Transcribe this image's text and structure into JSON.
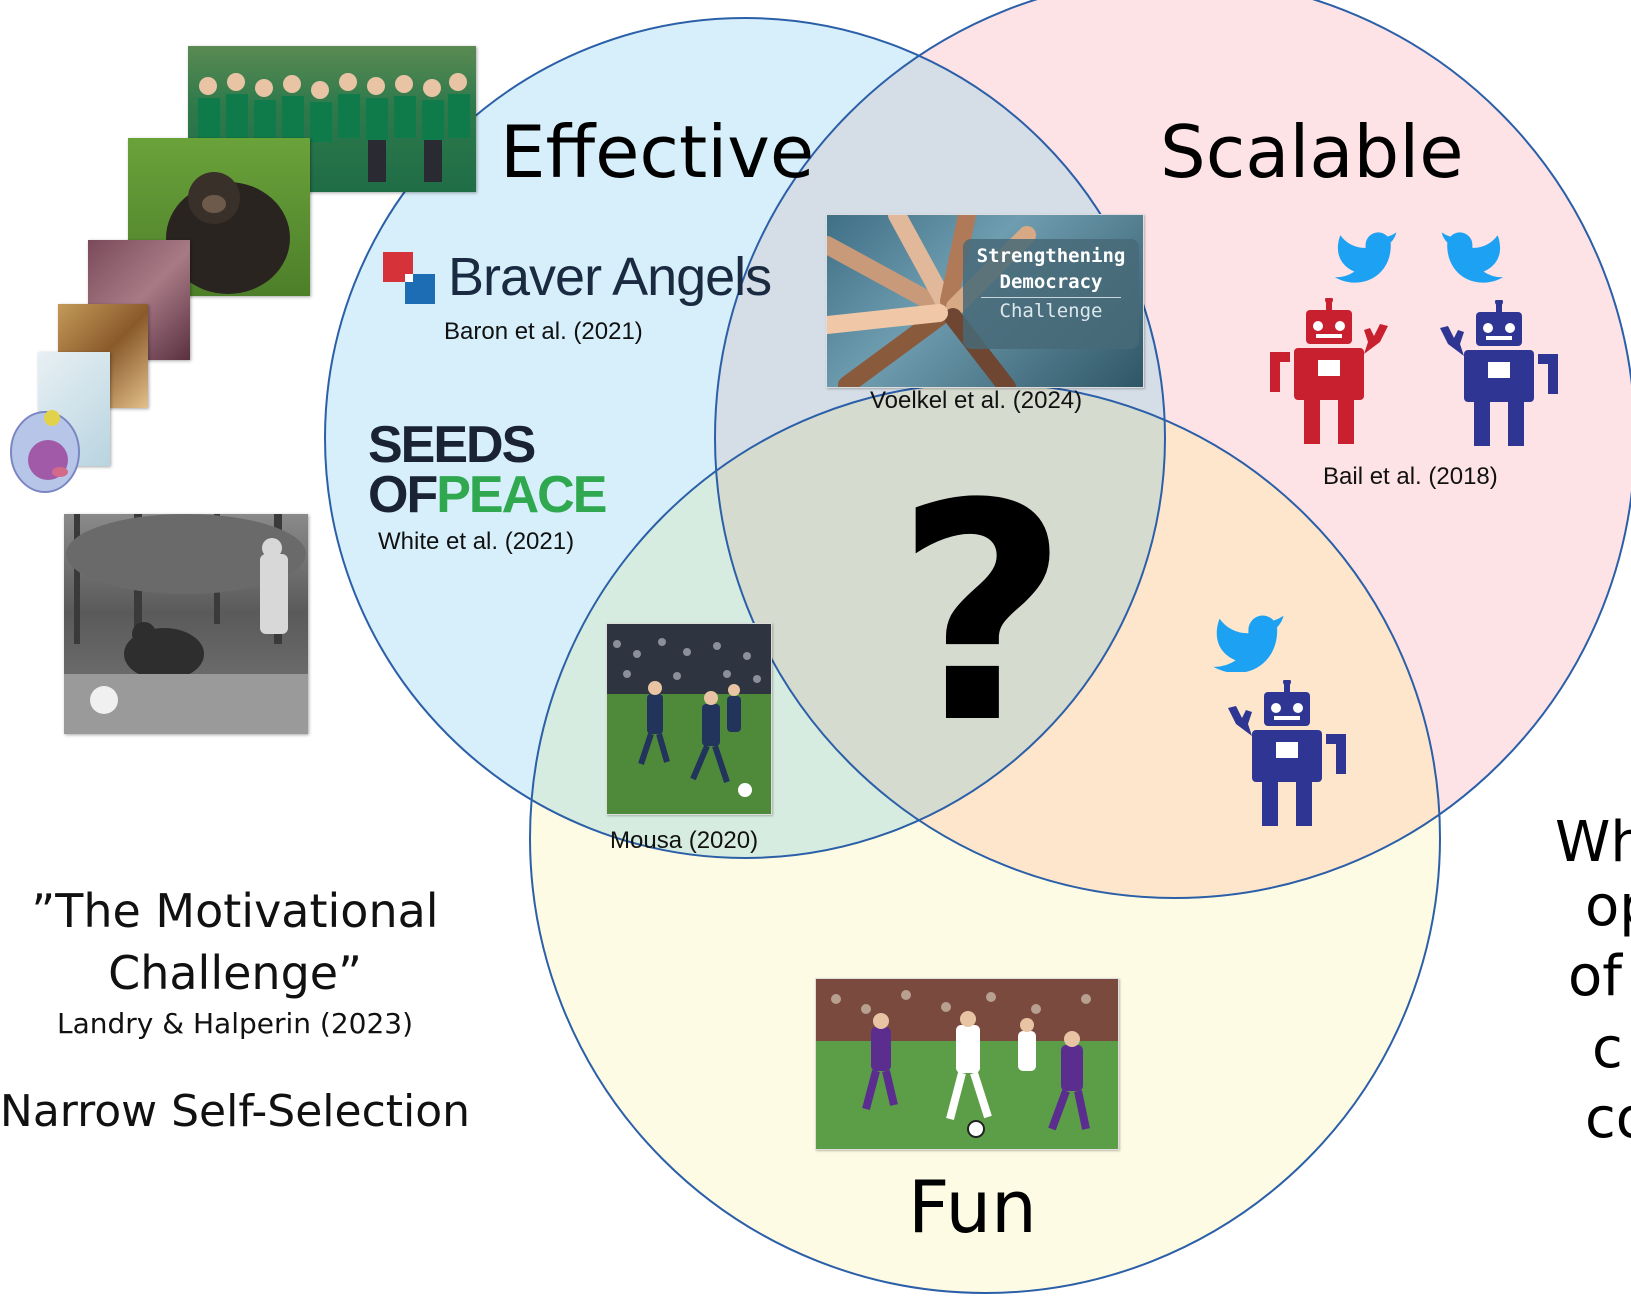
{
  "circles": {
    "effective": {
      "label": "Effective",
      "fill": "#d6effa",
      "stroke": "#2b5fa8"
    },
    "scalable": {
      "label": "Scalable",
      "fill": "#fde3e6",
      "stroke": "#2b5fa8"
    },
    "fun": {
      "label": "Fun",
      "fill": "#fdfbe3",
      "stroke": "#2b5fa8"
    },
    "overlap_effective_scalable": "#d5dde6",
    "overlap_effective_fun": "#d6ece0",
    "overlap_scalable_fun": "#fde6cc",
    "overlap_all": "#d6dbd0"
  },
  "center_mark": "?",
  "items": {
    "braver_angels": {
      "logo_text": "Braver Angels",
      "citation": "Baron et al. (2021)"
    },
    "seeds_of_peace": {
      "logo_line1": "SEEDS",
      "logo_line2a": "OF",
      "logo_line2b": "PEACE",
      "citation": "White et al. (2021)"
    },
    "strengthening_democracy": {
      "line1": "Strengthening",
      "line2": "Democracy",
      "line3": "Challenge",
      "citation": "Voelkel et al. (2024)"
    },
    "bots": {
      "citation": "Bail et al. (2018)"
    },
    "soccer_small": {
      "citation": "Mousa (2020)"
    }
  },
  "left_panel": {
    "quote_line1": "”The Motivational",
    "quote_line2": "Challenge”",
    "citation": "Landry & Halperin (2023)",
    "note": "Narrow Self-Selection"
  },
  "right_cutoff_text": [
    "Wh",
    "op",
    "of",
    "c",
    "co"
  ],
  "colors": {
    "twitter_blue": "#1da1f2",
    "robot_red": "#c8202e",
    "robot_blue": "#2e3592",
    "seeds_dark": "#1a2332",
    "seeds_green": "#2fa84f",
    "braver_red": "#d6323a",
    "braver_blue": "#1d6db5"
  },
  "icons": [
    "twitter-bird-icon",
    "robot-icon"
  ]
}
